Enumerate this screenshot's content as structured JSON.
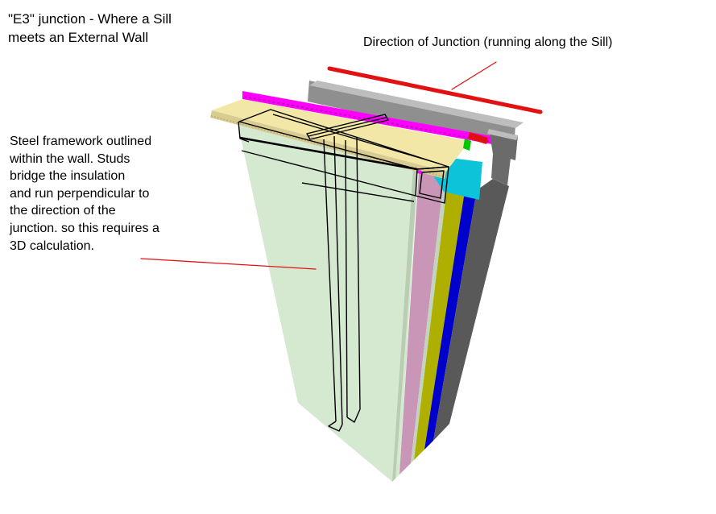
{
  "annotations": {
    "title": {
      "lines": [
        "\"E3\" junction - Where a Sill",
        "meets an External Wall"
      ]
    },
    "direction_label": "Direction of Junction (running along the Sill)",
    "framework_note": {
      "lines": [
        "Steel framework outlined",
        "within the wall. Studs",
        "bridge the insulation",
        "and run perpendicular to",
        "the direction of the",
        "junction. so this requires a",
        "3D calculation."
      ]
    },
    "annotation_red": "#E21212"
  },
  "model": {
    "colors": {
      "wall_face": "#D5E8D0",
      "wall_face_edge": "#B9CDB3",
      "layer_pink": "#C996B8",
      "layer_pale": "#C2D4BE",
      "layer_olive": "#AFAF00",
      "layer_blue": "#0000CC",
      "layer_gray": "#595959",
      "insulation_cyan": "#0CC3DA",
      "strip_magenta": "#FF00FF",
      "strip_magenta_dark": "#BB00BB",
      "sill_top": "#F2E7A6",
      "sill_edge": "#D8CC92",
      "sill_edge_dark": "#BFB37C",
      "cap_top": "#BDBDBD",
      "cap_front": "#8F8F8F",
      "cap_end": "#6B6B6B",
      "accent_red": "#E01010",
      "accent_green": "#00C800",
      "wireframe": "#000000"
    }
  }
}
